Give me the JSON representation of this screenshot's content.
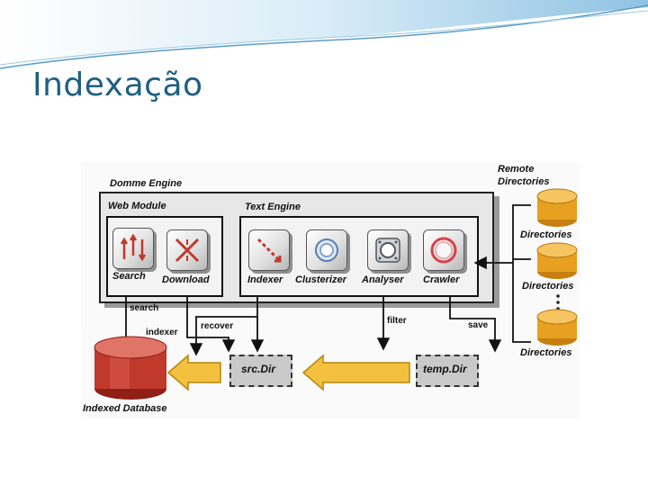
{
  "slide": {
    "title": "Indexação"
  },
  "diagram": {
    "domme_engine": "Domme Engine",
    "web_module": "Web Module",
    "text_engine": "Text Engine",
    "components": {
      "search": "Search",
      "download": "Download",
      "indexer": "Indexer",
      "clusterizer": "Clusterizer",
      "analyser": "Analyser",
      "crawler": "Crawler"
    },
    "remote_directories": "Remote Directories",
    "directories": [
      "Directories",
      "Directories",
      "Directories"
    ],
    "src_dir": "src.Dir",
    "temp_dir": "temp.Dir",
    "indexed_database": "Indexed Database",
    "flows": {
      "search": "search",
      "indexer": "indexer",
      "recover": "recover",
      "filter": "filter",
      "save": "save"
    },
    "colors": {
      "title": "#1f5f82",
      "database_red": "#c0392b",
      "directory_orange": "#e8a020",
      "arrow_orange": "#f3c040",
      "header_blue": "#2a79b5"
    }
  }
}
